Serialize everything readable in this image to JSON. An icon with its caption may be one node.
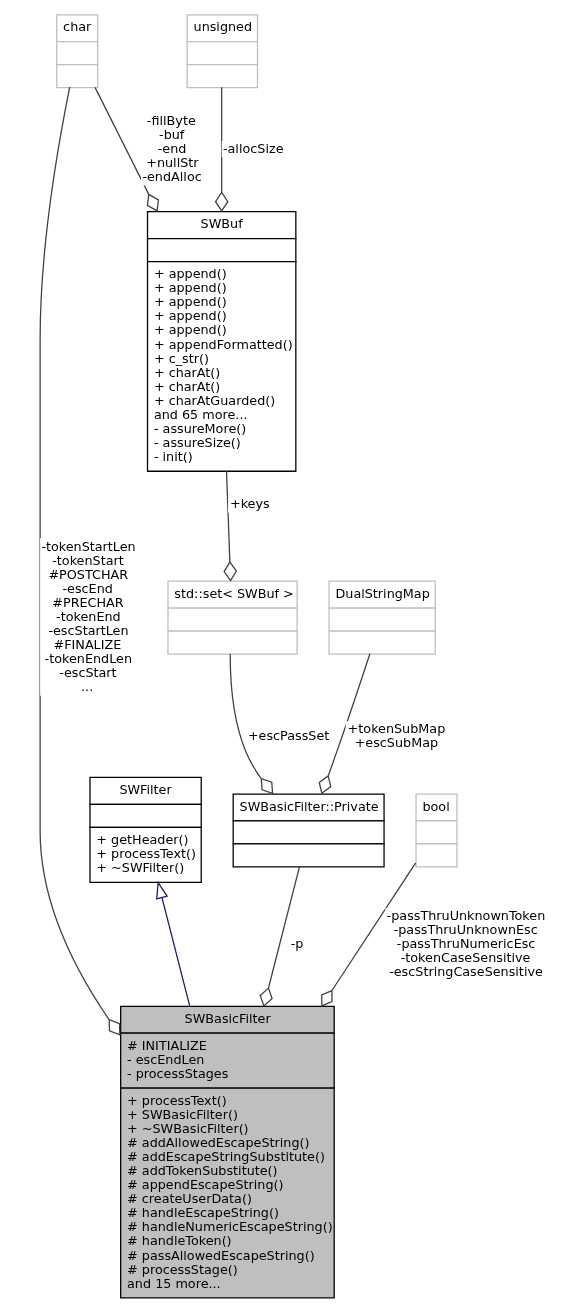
{
  "diagram": {
    "nodes": [
      {
        "text": [
          "char"
        ]
      },
      {
        "text": [
          "unsigned"
        ]
      },
      {
        "text": [
          "SWBuf",
          "+ append()",
          "+ append()",
          "+ append()",
          "+ append()",
          "+ append()",
          "+ appendFormatted()",
          "+ c_str()",
          "+ charAt()",
          "+ charAt()",
          "+ charAtGuarded()",
          "and 65 more...",
          "- assureMore()",
          "- assureSize()",
          "- init()"
        ]
      },
      {
        "text": [
          "std::set< SWBuf >"
        ]
      },
      {
        "text": [
          "DualStringMap"
        ]
      },
      {
        "text": [
          "SWFilter",
          "+ getHeader()",
          "+ processText()",
          "+ ~SWFilter()"
        ]
      },
      {
        "text": [
          "SWBasicFilter::Private"
        ]
      },
      {
        "text": [
          "bool"
        ]
      },
      {
        "text": [
          "SWBasicFilter",
          "# INITIALIZE",
          "- escEndLen",
          "- processStages",
          "+ processText()",
          "+ SWBasicFilter()",
          "+ ~SWBasicFilter()",
          "# addAllowedEscapeString()",
          "# addEscapeStringSubstitute()",
          "# addTokenSubstitute()",
          "# appendEscapeString()",
          "# createUserData()",
          "# handleEscapeString()",
          "# handleNumericEscapeString()",
          "# handleToken()",
          "# passAllowedEscapeString()",
          "# processStage()",
          "and 15 more..."
        ]
      }
    ],
    "edges": [
      {
        "from": 2,
        "to": 0,
        "arrow": "other",
        "label": "-fillByte -buf -end +nullStr -endAlloc"
      },
      {
        "from": 2,
        "to": 1,
        "arrow": "other",
        "label": "-allocSize"
      },
      {
        "from": 3,
        "to": 2,
        "arrow": "other",
        "label": "+keys"
      },
      {
        "from": 8,
        "to": 0,
        "arrow": "other",
        "label": "-tokenStartLen -tokenStart #POSTCHAR -escEnd #PRECHAR -tokenEnd -escStartLen #FINALIZE -tokenEndLen -escStart ..."
      },
      {
        "from": 6,
        "to": 3,
        "arrow": "other",
        "label": "+escPassSet"
      },
      {
        "from": 6,
        "to": 4,
        "arrow": "other",
        "label": "+tokenSubMap +escSubMap"
      },
      {
        "from": 8,
        "to": 5,
        "arrow": "to",
        "color": "#191970"
      },
      {
        "from": 8,
        "to": 6,
        "arrow": "other",
        "label": "-p"
      },
      {
        "from": 8,
        "to": 7,
        "arrow": "other",
        "label": "-passThruUnknownToken -passThruUnknownEsc -passThruNumericEsc -tokenCaseSensitive -escStringCaseSensitive"
      }
    ]
  }
}
